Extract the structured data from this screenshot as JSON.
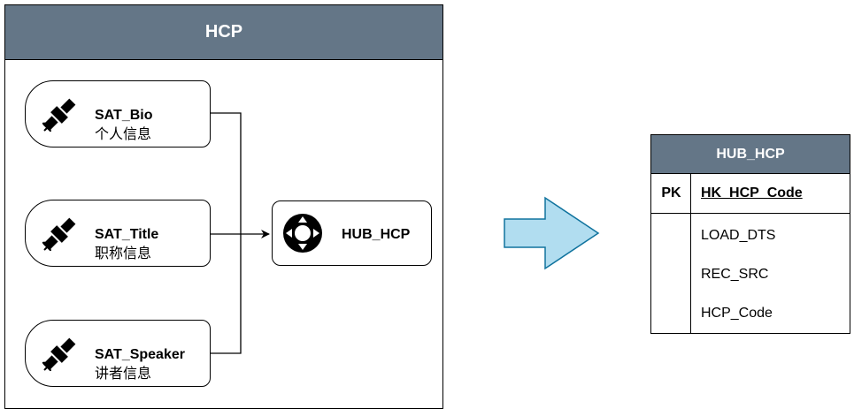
{
  "container": {
    "title": "HCP"
  },
  "nodes": {
    "sat_bio": {
      "title": "SAT_Bio",
      "subtitle": "个人信息",
      "icon": "satellite-icon"
    },
    "sat_title": {
      "title": "SAT_Title",
      "subtitle": "职称信息",
      "icon": "satellite-icon"
    },
    "sat_speaker": {
      "title": "SAT_Speaker",
      "subtitle": "讲者信息",
      "icon": "satellite-icon"
    },
    "hub_hcp": {
      "title": "HUB_HCP",
      "icon": "hub-icon"
    }
  },
  "table": {
    "title": "HUB_HCP",
    "pk_label": "PK",
    "key_field": "HK_HCP_Code",
    "fields": [
      "LOAD_DTS",
      "REC_SRC",
      "HCP_Code"
    ]
  },
  "colors": {
    "header": "#647687",
    "arrow_fill": "#b1ddf0",
    "arrow_stroke": "#10739e"
  }
}
